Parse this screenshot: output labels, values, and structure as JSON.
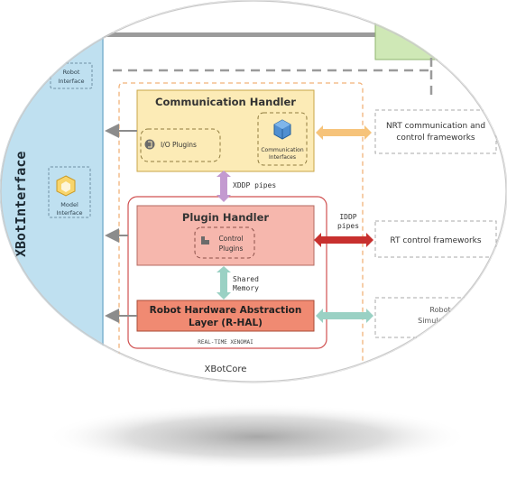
{
  "sidebar": {
    "title": "XBotInterface",
    "robot_interface_label_line1": "Robot",
    "robot_interface_label_line2": "Interface",
    "model_interface_label_line1": "Model",
    "model_interface_label_line2": "Interface"
  },
  "communication_handler": {
    "title": "Communication Handler",
    "io_plugins_label": "I/O Plugins",
    "comm_interfaces_line1": "Communication",
    "comm_interfaces_line2": "Interfaces"
  },
  "xddp_label": "XDDP pipes",
  "plugin_handler": {
    "title": "Plugin Handler",
    "control_plugins_line1": "Control",
    "control_plugins_line2": "Plugins"
  },
  "iddp_label_line1": "IDDP",
  "iddp_label_line2": "pipes",
  "shared_memory_line1": "Shared",
  "shared_memory_line2": "Memory",
  "rhal": {
    "title_line1": "Robot Hardware Abstraction",
    "title_line2": "Layer (R-HAL)"
  },
  "realtime_label": "REAL-TIME XENOMAI",
  "xbotcore_label": "XBotCore",
  "external": {
    "nrt_line1": "NRT communication and",
    "nrt_line2": "control frameworks",
    "rt_label": "RT control frameworks",
    "sim_line1": "Robot",
    "sim_line2": "Simulation F"
  },
  "colors": {
    "sidebar_blue": "#bfe0f0",
    "comm_yellow": "#fcebb6",
    "plugin_pink": "#f6b7ad",
    "rhal_red": "#f08a72",
    "orange_arrow": "#f6c37a",
    "red_arrow": "#c8302e",
    "teal_arrow": "#9ad1c4",
    "purple_arrow": "#c39ad0",
    "green_block": "#cfe8b6"
  }
}
